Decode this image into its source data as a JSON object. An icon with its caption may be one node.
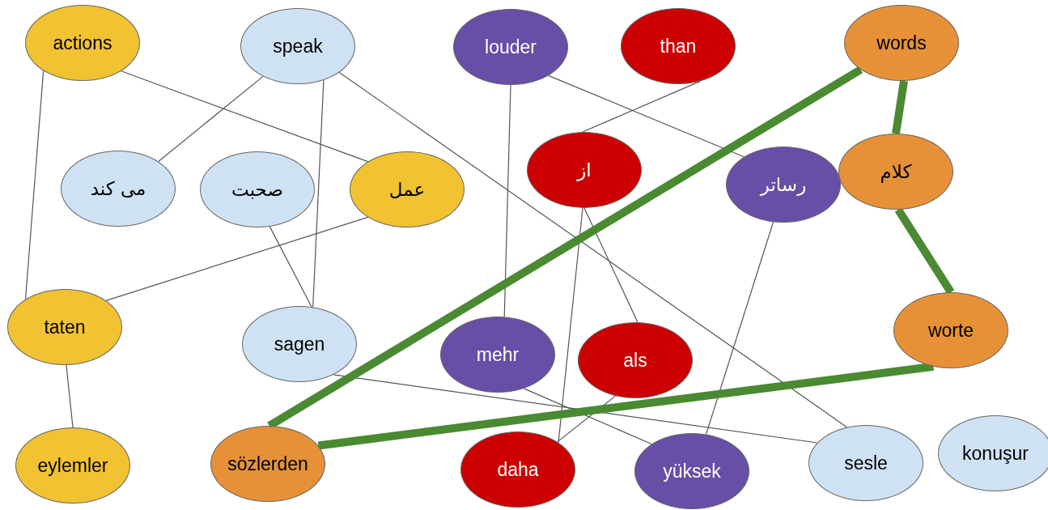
{
  "diagram": {
    "nodes": [
      {
        "text": [
          "actions"
        ]
      },
      {
        "text": [
          "speak"
        ]
      },
      {
        "text": [
          "louder"
        ]
      },
      {
        "text": [
          "than"
        ]
      },
      {
        "text": [
          "words"
        ]
      },
      {
        "text": [
          "می کند"
        ]
      },
      {
        "text": [
          "صحبت"
        ]
      },
      {
        "text": [
          "عمل"
        ]
      },
      {
        "text": [
          "از"
        ]
      },
      {
        "text": [
          "رساتر"
        ]
      },
      {
        "text": [
          "کلام"
        ]
      },
      {
        "text": [
          "taten"
        ]
      },
      {
        "text": [
          "sagen"
        ]
      },
      {
        "text": [
          "mehr"
        ]
      },
      {
        "text": [
          "als"
        ]
      },
      {
        "text": [
          "worte"
        ]
      },
      {
        "text": [
          "eylemler"
        ]
      },
      {
        "text": [
          "sözlerden"
        ]
      },
      {
        "text": [
          "daha"
        ]
      },
      {
        "text": [
          "yüksek"
        ]
      },
      {
        "text": [
          "sesle"
        ]
      },
      {
        "text": [
          "konuşur"
        ]
      }
    ],
    "edges": [
      {
        "from": 0,
        "to": 7,
        "arrow": "none"
      },
      {
        "from": 0,
        "to": 11,
        "arrow": "none"
      },
      {
        "from": 1,
        "to": 5,
        "arrow": "none"
      },
      {
        "from": 1,
        "to": 12,
        "arrow": "none"
      },
      {
        "from": 1,
        "to": 20,
        "arrow": "none"
      },
      {
        "from": 2,
        "to": 13,
        "arrow": "none"
      },
      {
        "from": 2,
        "to": 9,
        "arrow": "none"
      },
      {
        "from": 3,
        "to": 8,
        "arrow": "none"
      },
      {
        "from": 7,
        "to": 11,
        "arrow": "none"
      },
      {
        "from": 6,
        "to": 12,
        "arrow": "none"
      },
      {
        "from": 8,
        "to": 18,
        "arrow": "none"
      },
      {
        "from": 8,
        "to": 14,
        "arrow": "none"
      },
      {
        "from": 9,
        "to": 19,
        "arrow": "none"
      },
      {
        "from": 11,
        "to": 16,
        "arrow": "none"
      },
      {
        "from": 12,
        "to": 20,
        "arrow": "none"
      },
      {
        "from": 13,
        "to": 19,
        "arrow": "none"
      },
      {
        "from": 14,
        "to": 18,
        "arrow": "none"
      },
      {
        "from": 4,
        "to": 10,
        "arrow": "none",
        "style": "thick",
        "color": "#4a8a32"
      },
      {
        "from": 10,
        "to": 15,
        "arrow": "none",
        "style": "thick",
        "color": "#4a8a32"
      },
      {
        "from": 15,
        "to": 17,
        "arrow": "none",
        "style": "thick",
        "color": "#4a8a32"
      },
      {
        "from": 4,
        "to": 17,
        "arrow": "none",
        "style": "thick",
        "color": "#4a8a32"
      }
    ]
  }
}
